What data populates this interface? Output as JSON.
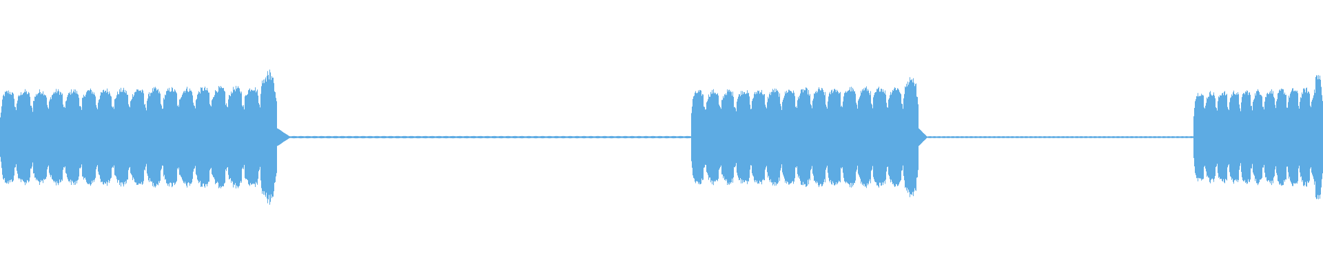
{
  "waveform": {
    "color": "#5dabe3",
    "background": "#ffffff",
    "segments": [
      {
        "kind": "tone",
        "start": 0.0,
        "end": 0.209,
        "amp": 0.34,
        "pulses": 17,
        "tail_peak": 0.5
      },
      {
        "kind": "silence",
        "start": 0.209,
        "end": 0.522,
        "amp": 0.006
      },
      {
        "kind": "tone",
        "start": 0.522,
        "end": 0.694,
        "amp": 0.34,
        "pulses": 15,
        "tail_peak": 0.46
      },
      {
        "kind": "silence",
        "start": 0.694,
        "end": 0.902,
        "amp": 0.005
      },
      {
        "kind": "tone",
        "start": 0.902,
        "end": 1.0,
        "amp": 0.33,
        "pulses": 11,
        "tail_peak": 0.48
      }
    ]
  }
}
